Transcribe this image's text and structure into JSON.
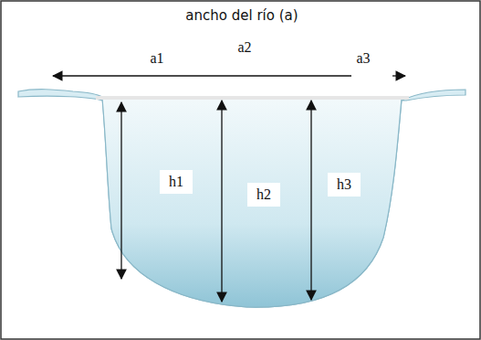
{
  "diagram": {
    "title": "ancho del río (a)",
    "labels": [
      "a1",
      "a2",
      "a3",
      "h1",
      "h2",
      "h3"
    ]
  }
}
